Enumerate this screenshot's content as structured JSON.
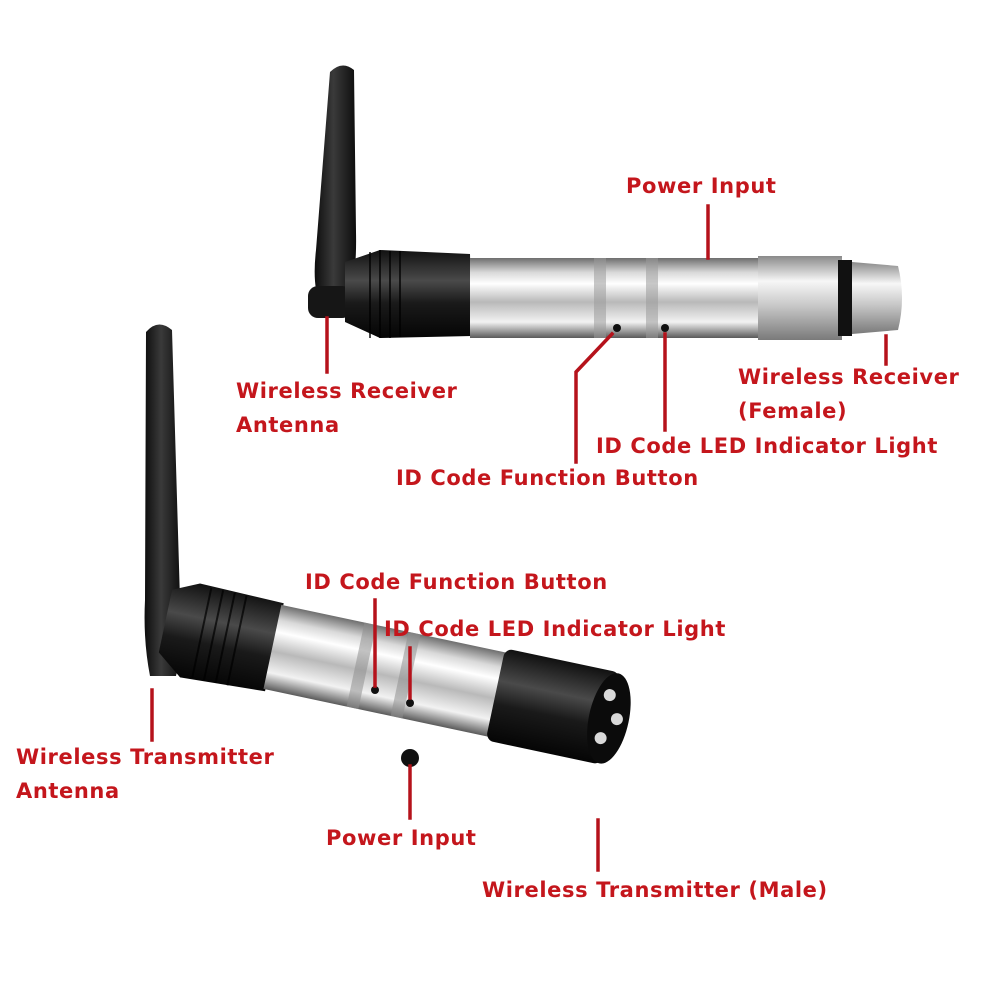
{
  "colors": {
    "label_red": "#c4161c",
    "leader_red": "#b5121b",
    "antenna_black": "#1e1e1e",
    "steel_light": "#f4f4f4",
    "steel_mid": "#bdbdbd",
    "steel_dark": "#555555",
    "background": "#ffffff"
  },
  "receiver": {
    "power_input": "Power Input",
    "antenna": [
      "Wireless Receiver",
      "Antenna"
    ],
    "connector": [
      "Wireless Receiver",
      "(Female)"
    ],
    "led": "ID Code LED Indicator Light",
    "button": "ID Code Function Button"
  },
  "transmitter": {
    "button": "ID Code Function Button",
    "led": "ID Code LED Indicator Light",
    "antenna": [
      "Wireless Transmitter",
      "Antenna"
    ],
    "power_input": "Power Input",
    "connector": "Wireless Transmitter (Male)"
  }
}
